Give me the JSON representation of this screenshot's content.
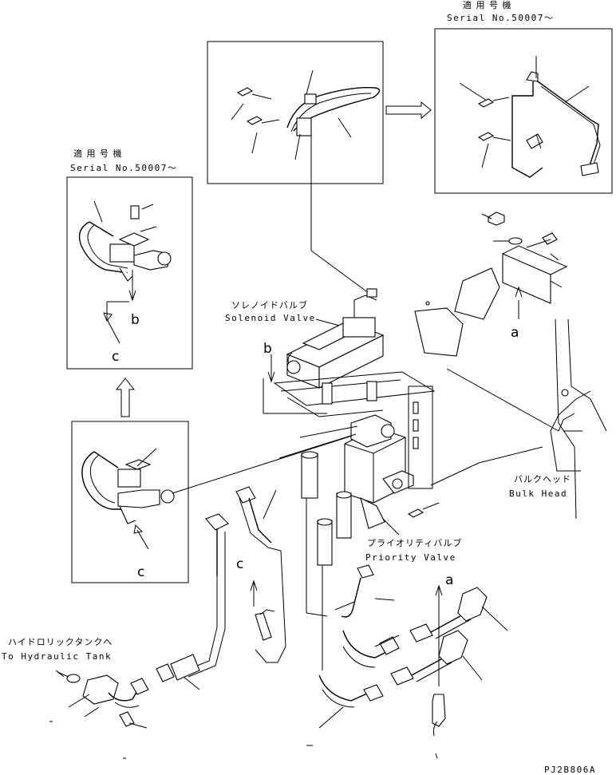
{
  "labels": {
    "serial_jp_right": "適 用 号 機",
    "serial_right": "Serial No.50007～",
    "serial_jp_left": "適 用 号 機",
    "serial_left": "Serial No.50007～",
    "solenoid_jp": "ソレノイドバルブ",
    "solenoid_en": "Solenoid Valve",
    "bulk_jp": "バルクヘッド",
    "bulk_en": "Bulk Head",
    "priority_jp": "プライオリティバルブ",
    "priority_en": "Priority Valve",
    "tank_jp": "ハイドロリックタンクへ",
    "tank_en": "To Hydraulic Tank",
    "a_upper": "a",
    "a_lower": "a",
    "b_upper": "b",
    "b_mid": "b",
    "c_upper": "c",
    "c_mid": "c",
    "c_lower": "c",
    "drawing_code": "PJ2B806A"
  }
}
